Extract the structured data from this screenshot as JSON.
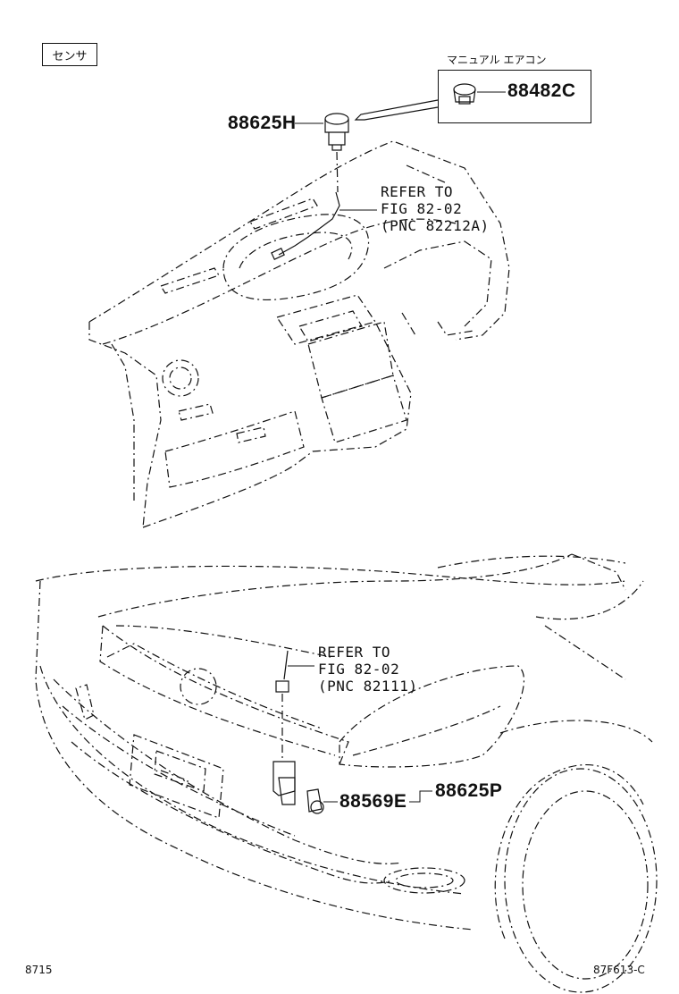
{
  "section_tag": "センサ",
  "ac_variant_label": "マニュアル エアコン",
  "parts": {
    "p88482c": "88482C",
    "p88625h": "88625H",
    "p88569e": "88569E",
    "p88625p": "88625P"
  },
  "refs": {
    "upper": [
      "REFER TO",
      "FIG 82-02",
      "(PNC 82212A)"
    ],
    "lower": [
      "REFER TO",
      "FIG 82-02",
      "(PNC 82111)"
    ]
  },
  "footer": {
    "left": "8715",
    "right": "87F613-C"
  }
}
